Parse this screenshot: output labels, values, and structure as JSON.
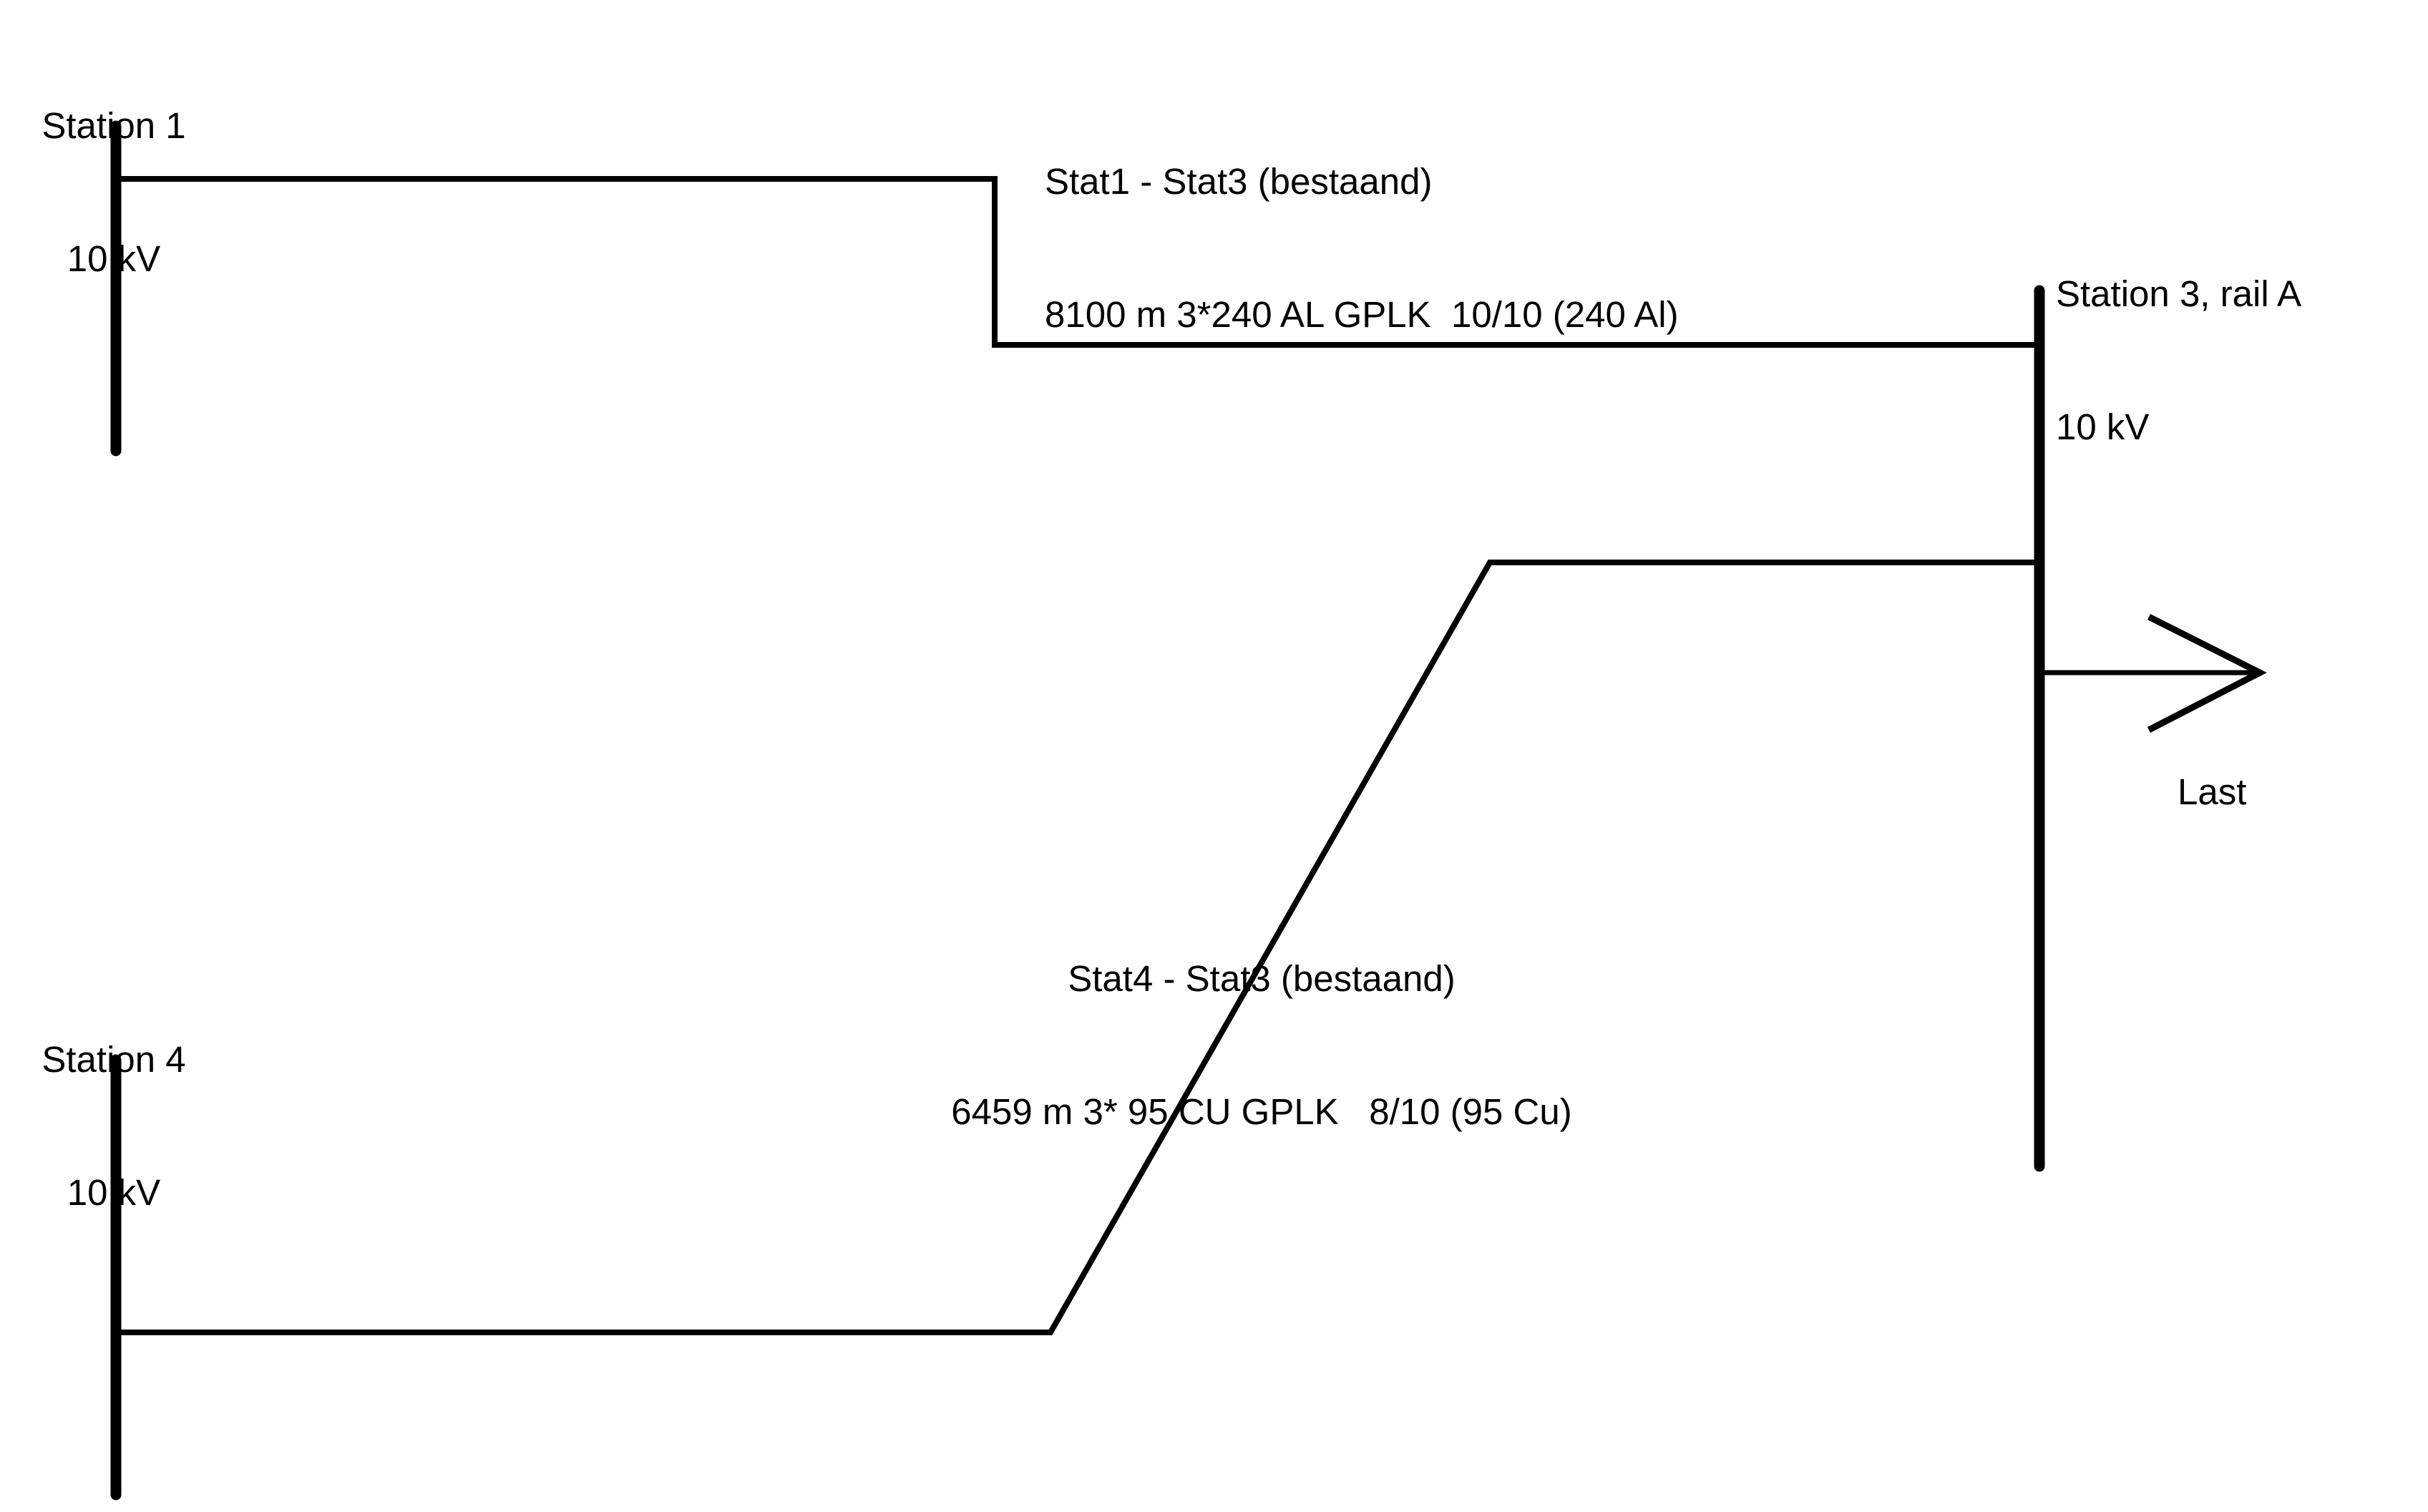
{
  "diagram": {
    "type": "single-line-network-diagram",
    "colors": {
      "line": "#000000",
      "background": "#ffffff",
      "text": "#000000"
    },
    "stations": [
      {
        "id": "station1",
        "name": "Station 1",
        "voltage": "10 kV"
      },
      {
        "id": "station3",
        "name": "Station 3, rail A",
        "voltage": "10 kV"
      },
      {
        "id": "station4",
        "name": "Station 4",
        "voltage": "10 kV"
      }
    ],
    "branches": [
      {
        "id": "branch-stat1-stat3",
        "from": "Station 1",
        "to": "Station 3, rail A",
        "name": "Stat1 - Stat3 (bestaand)",
        "spec": "8100 m 3*240 AL GPLK  10/10 (240 Al)"
      },
      {
        "id": "branch-stat4-stat3",
        "from": "Station 4",
        "to": "Station 3, rail A",
        "name": "Stat4 - Stat3 (bestaand)",
        "spec": "6459 m 3* 95 CU GPLK   8/10 (95 Cu)"
      }
    ],
    "load": {
      "attached_to": "Station 3, rail A",
      "label": "Last"
    }
  }
}
